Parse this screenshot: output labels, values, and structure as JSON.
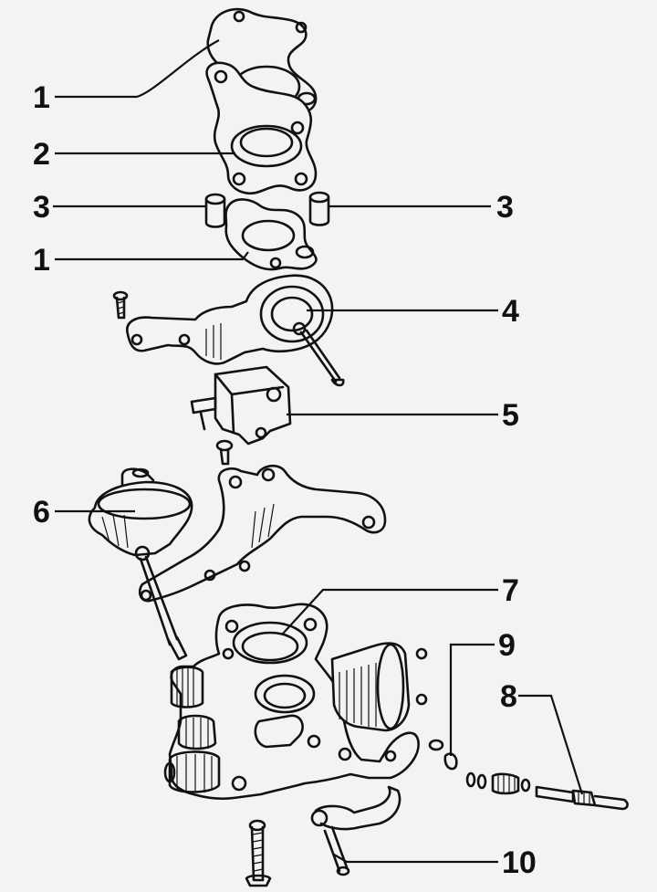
{
  "callouts": [
    {
      "id": "c1a",
      "label": "1"
    },
    {
      "id": "c2",
      "label": "2"
    },
    {
      "id": "c3a",
      "label": "3"
    },
    {
      "id": "c3b",
      "label": "3"
    },
    {
      "id": "c1b",
      "label": "1"
    },
    {
      "id": "c4",
      "label": "4"
    },
    {
      "id": "c5",
      "label": "5"
    },
    {
      "id": "c6",
      "label": "6"
    },
    {
      "id": "c7",
      "label": "7"
    },
    {
      "id": "c9",
      "label": "9"
    },
    {
      "id": "c8",
      "label": "8"
    },
    {
      "id": "c10",
      "label": "10"
    }
  ],
  "colors": {
    "ink": "#111111",
    "paper": "#f3f3f1"
  }
}
